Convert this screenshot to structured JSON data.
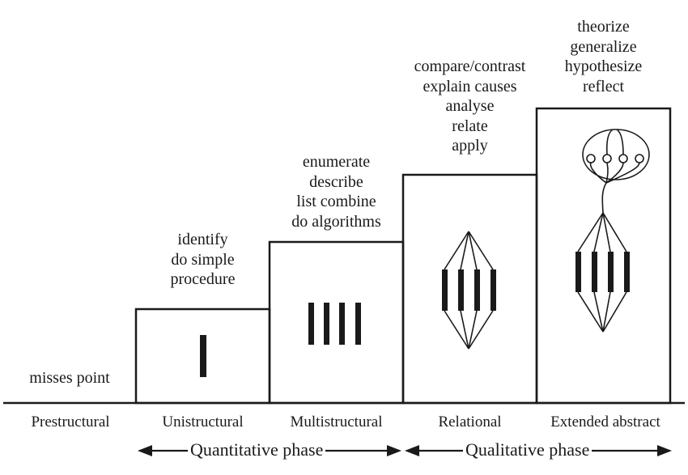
{
  "levels": [
    {
      "name": "Prestructural",
      "verbs": [
        "misses point"
      ]
    },
    {
      "name": "Unistructural",
      "verbs": [
        "identify",
        "do simple",
        "procedure"
      ]
    },
    {
      "name": "Multistructural",
      "verbs": [
        "enumerate",
        "describe",
        "list combine",
        "do algorithms"
      ]
    },
    {
      "name": "Relational",
      "verbs": [
        "compare/contrast",
        "explain causes",
        "analyse",
        "relate",
        "apply"
      ]
    },
    {
      "name": "Extended abstract",
      "verbs": [
        "theorize",
        "generalize",
        "hypothesize",
        "reflect"
      ]
    }
  ],
  "phases": {
    "quantitative": "Quantitative phase",
    "qualitative": "Qualitative phase"
  }
}
